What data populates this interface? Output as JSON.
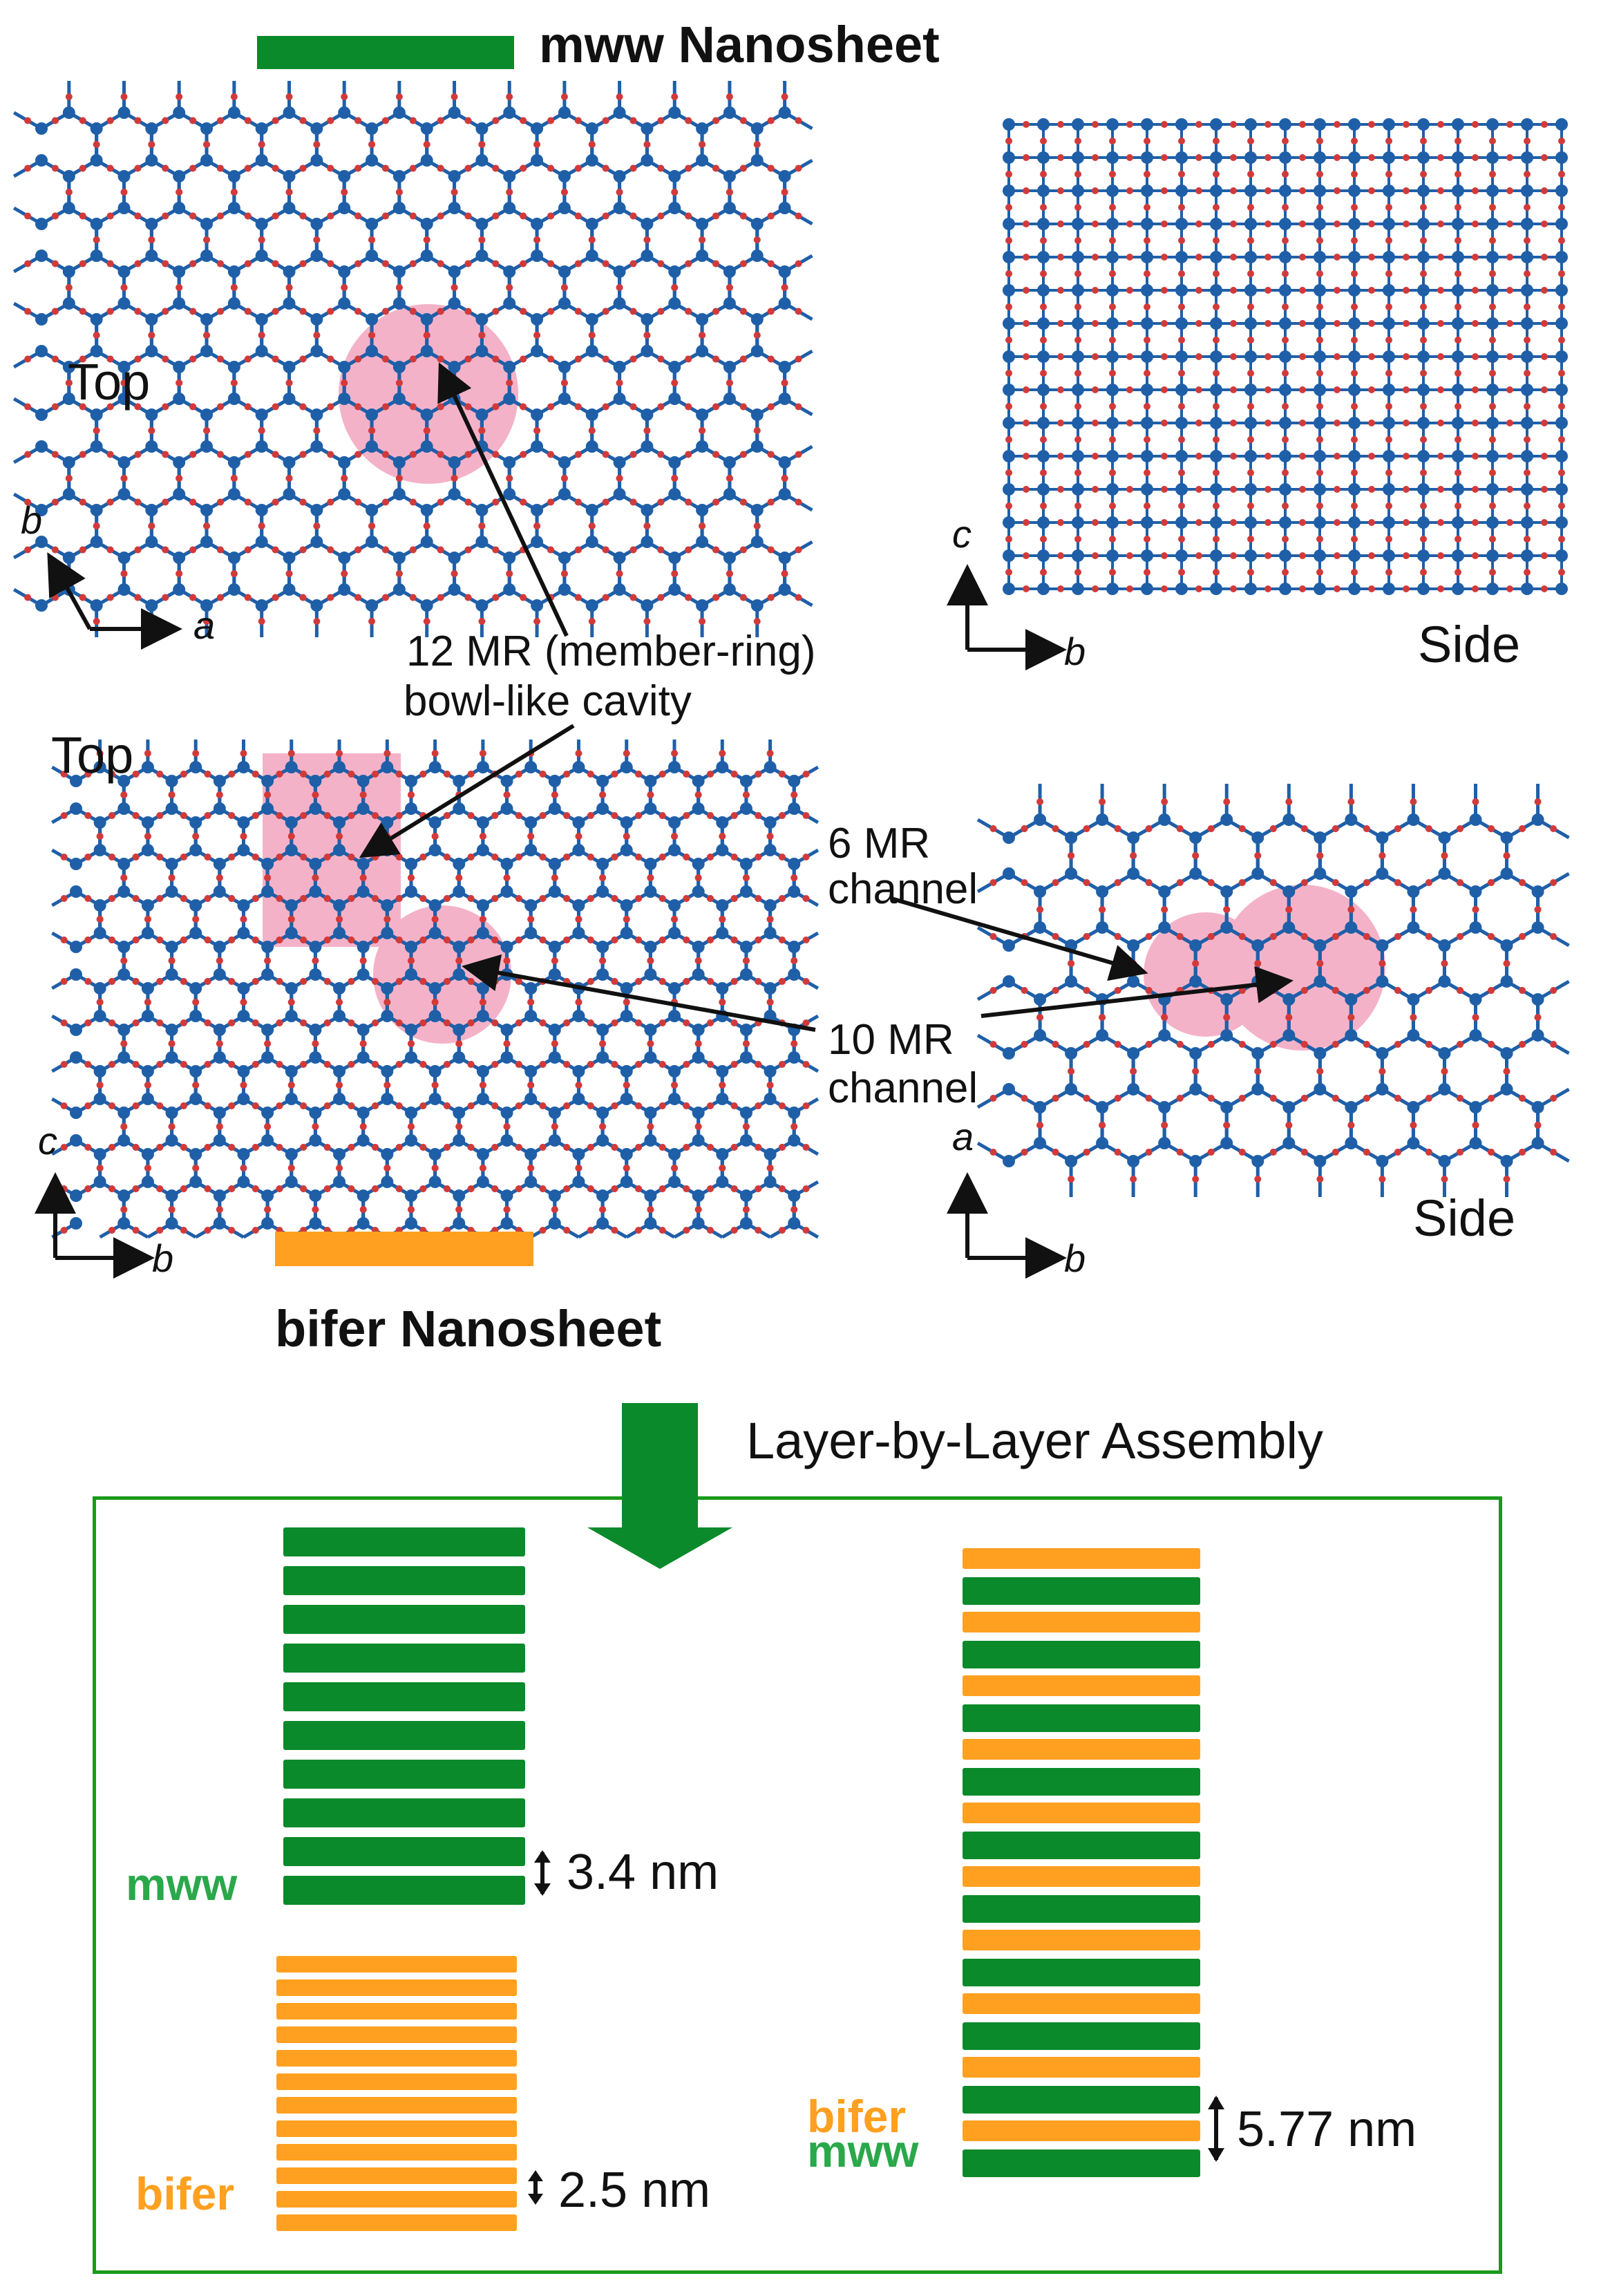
{
  "colors": {
    "mww": "#0a8a2a",
    "mww_label": "#2aa84a",
    "bifer": "#ffa020",
    "oxygen": "#d23a3a",
    "silicon": "#1f5fa8",
    "cavity": "#f4b2c8",
    "box_border": "#1a9a1a"
  },
  "headings": {
    "mww": "mww Nanosheet",
    "bifer": "bifer Nanosheet"
  },
  "views": {
    "top": "Top",
    "side": "Side"
  },
  "axes": {
    "a": "a",
    "b": "b",
    "c": "c"
  },
  "annotations": {
    "mr12_line1": "12 MR (member-ring)",
    "mr12_line2": "bowl-like cavity",
    "mr6_line1": "6 MR",
    "mr6_line2": "channel",
    "mr10_line1": "10 MR",
    "mr10_line2": "channel"
  },
  "assembly": {
    "label": "Layer-by-Layer Assembly",
    "mww_tag": "mww",
    "bifer_tag": "bifer",
    "mww_spacing": "3.4 nm",
    "bifer_spacing": "2.5 nm",
    "stacked_spacing": "5.77 nm",
    "mww_stack_count": 10,
    "bifer_stack_count": 12,
    "stacked_pairs": 10
  },
  "icons": [
    "arrow-down-icon",
    "double-arrow-icon"
  ]
}
